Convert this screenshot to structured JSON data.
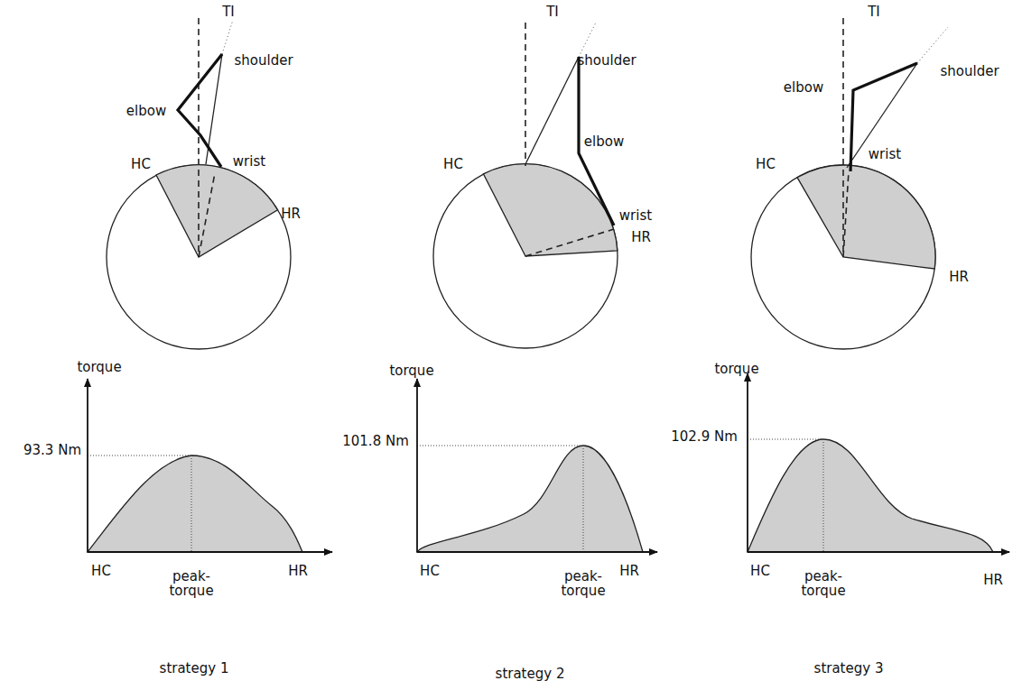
{
  "diagram": {
    "labels": [
      "TI",
      "shoulder",
      "elbow",
      "wrist",
      "HC",
      "HR",
      "torque",
      "93.3 Nm",
      "HC",
      "peak-torque",
      "HR",
      "strategy 1",
      "TI",
      "shoulder",
      "elbow",
      "wrist",
      "HC",
      "HR",
      "torque",
      "101.8 Nm",
      "HC",
      "peak-torque",
      "HR",
      "strategy 2",
      "TI",
      "shoulder",
      "elbow",
      "wrist",
      "HC",
      "HR",
      "torque",
      "102.9 Nm",
      "HC",
      "peak-torque",
      "HR",
      "strategy 3"
    ]
  }
}
